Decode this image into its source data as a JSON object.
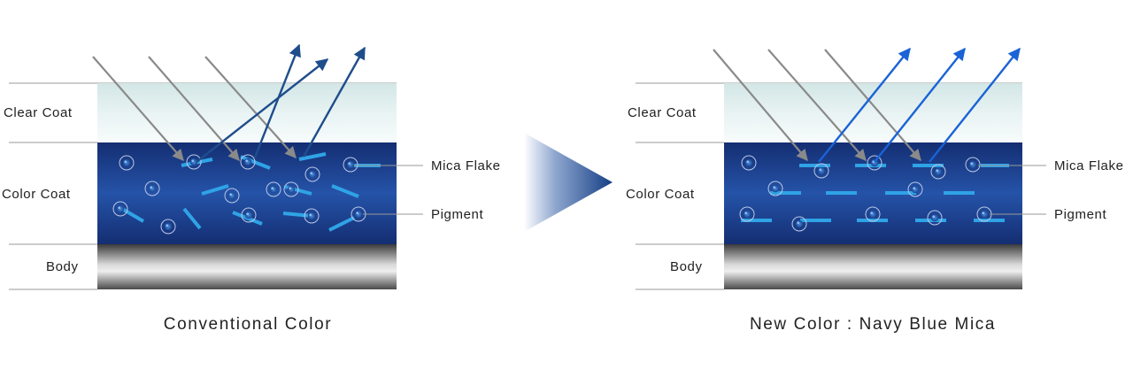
{
  "left_panel": {
    "caption": "Conventional Color",
    "labels": {
      "clear_coat": "Clear Coat",
      "color_coat": "Color Coat",
      "body": "Body",
      "mica_flake": "Mica Flake",
      "pigment": "Pigment"
    }
  },
  "right_panel": {
    "caption": "New Color : Navy Blue Mica",
    "labels": {
      "clear_coat": "Clear Coat",
      "color_coat": "Color Coat",
      "body": "Body",
      "mica_flake": "Mica Flake",
      "pigment": "Pigment"
    }
  },
  "colors": {
    "incident_ray": "#8a8a8a",
    "reflected_ray_conventional": "#1f4d8c",
    "reflected_ray_new": "#1a63d6",
    "color_coat_dark": "#142e72",
    "color_coat_mid": "#2553a8",
    "mica_flake": "#2fa3e6",
    "pigment": "#1f58b8"
  },
  "icons": {
    "transition": "right-triangle-arrow-icon"
  }
}
